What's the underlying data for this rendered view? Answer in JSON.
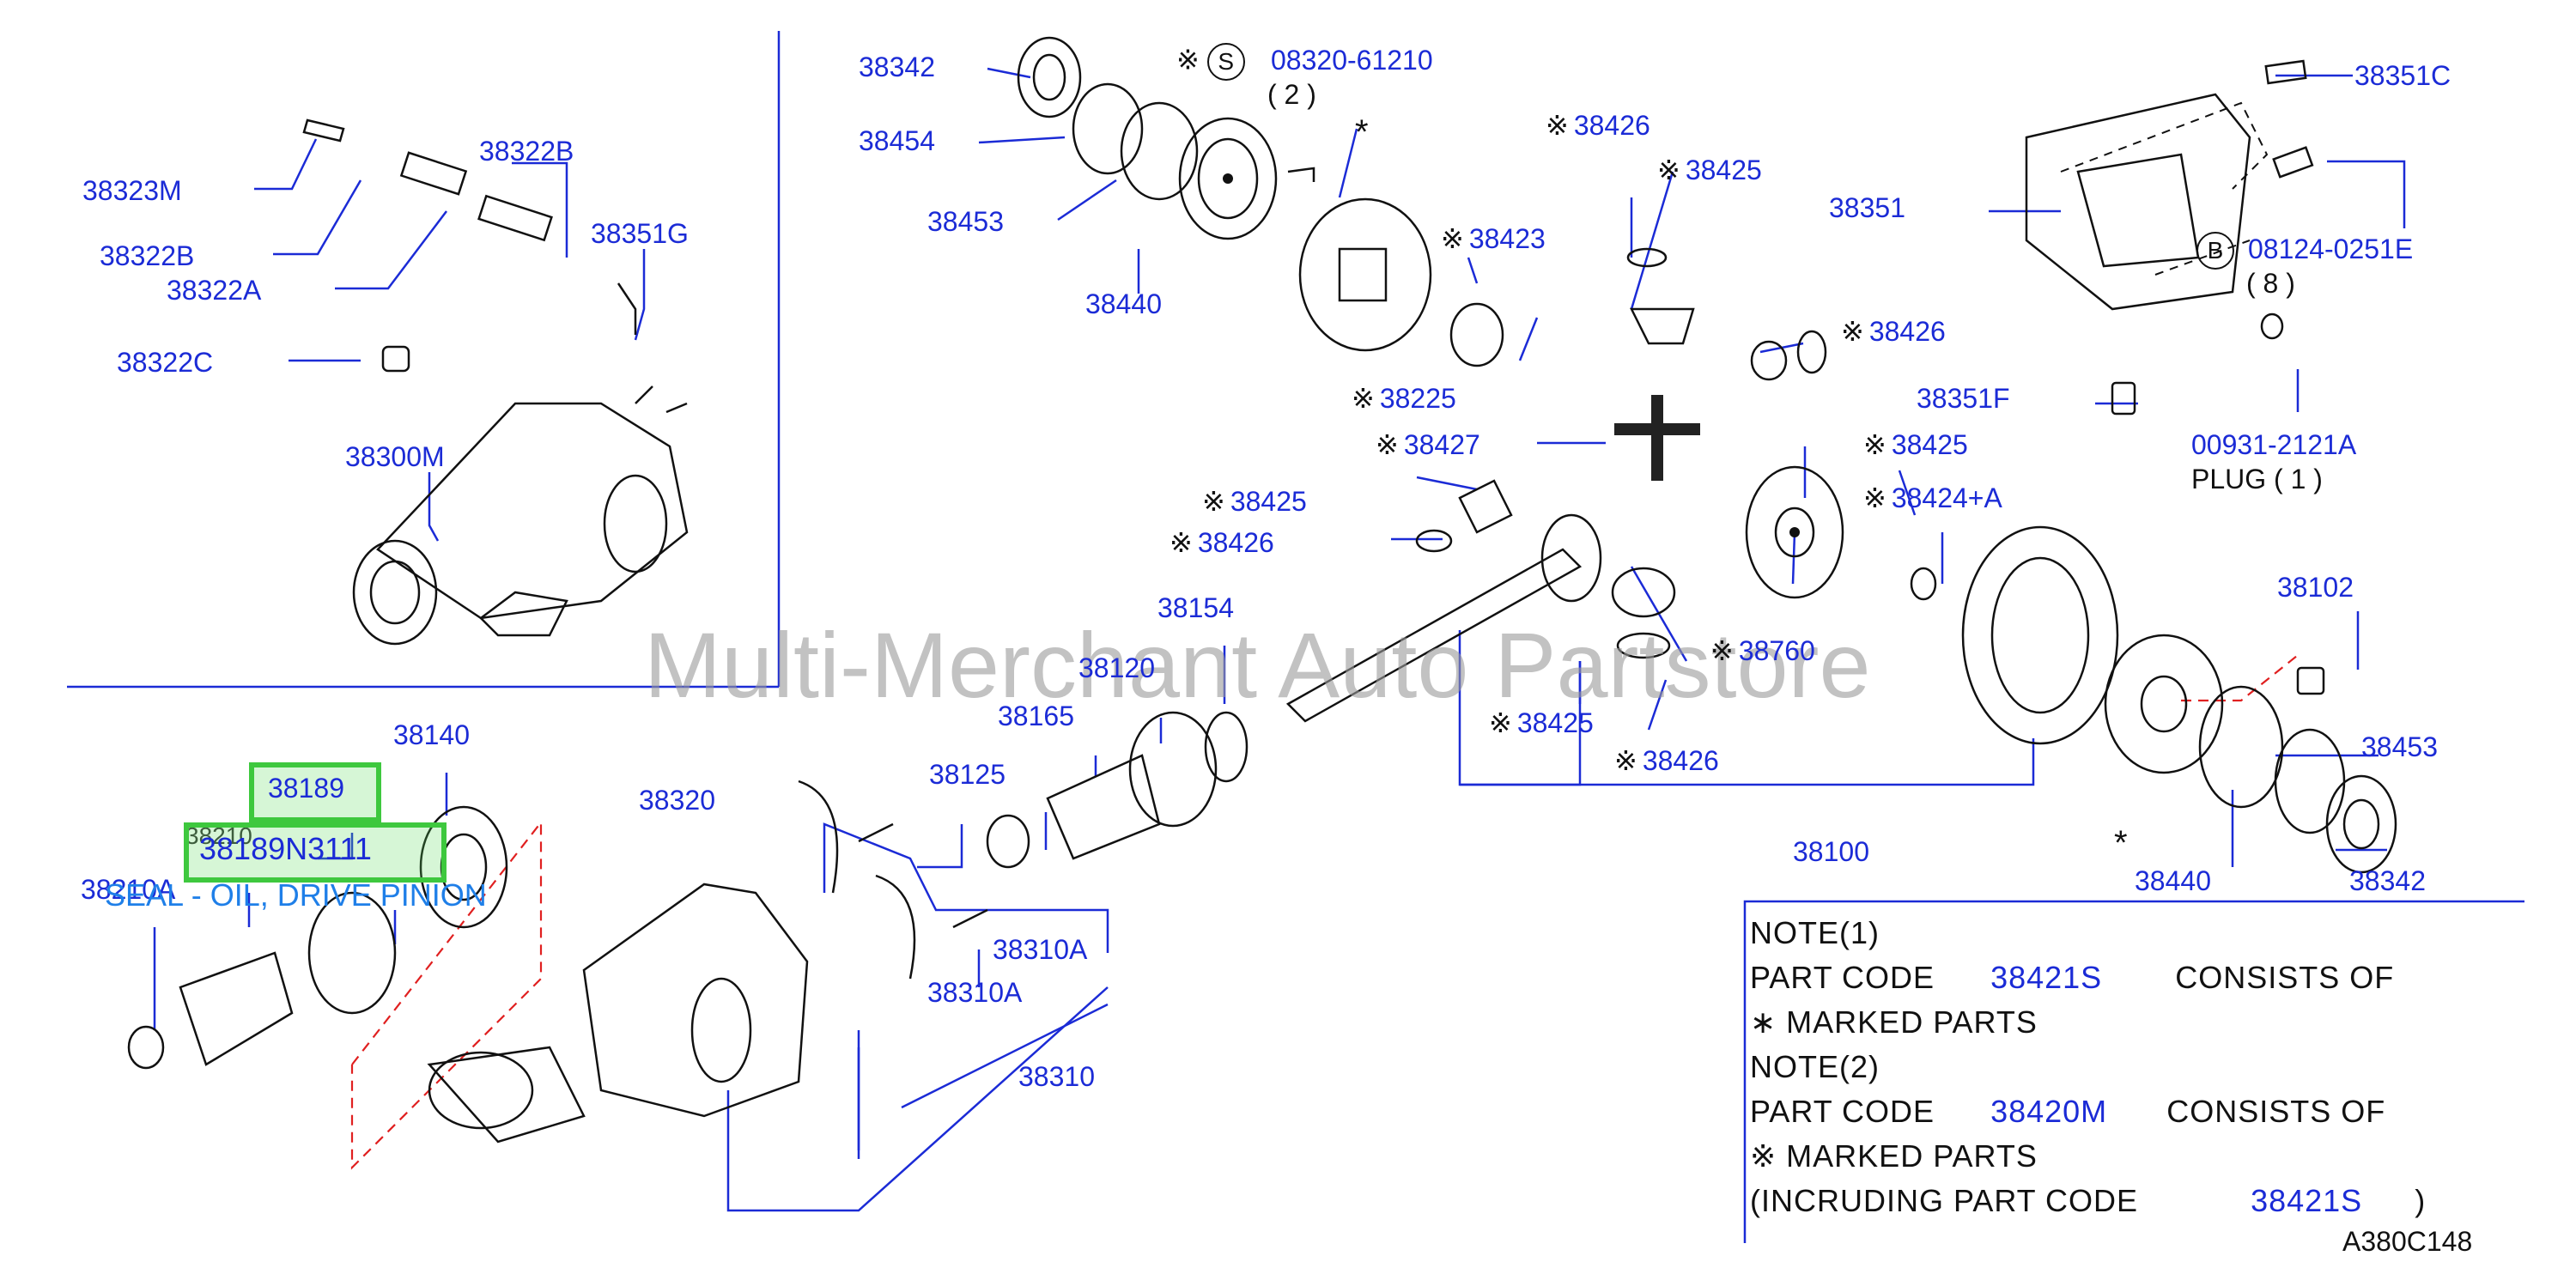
{
  "watermark": "Multi-Merchant Auto Partstore",
  "diagram_code": "A380C148",
  "colors": {
    "label": "#1b2bd6",
    "line": "#1b2bd6",
    "highlight": "#3ec83e",
    "description": "#1f7fe8",
    "dashed": "#e02020"
  },
  "special_refs": {
    "s_symbol": "S",
    "s_part": "08320-61210",
    "s_qty": "( 2 )",
    "b_symbol": "B",
    "b_part": "08124-0251E",
    "b_qty": "( 8 )",
    "plug_text": "PLUG ( 1 )"
  },
  "marker": "※",
  "star": "*",
  "labels": {
    "l38323M": "38323M",
    "l38322B_a": "38322B",
    "l38322B_b": "38322B",
    "l38322A": "38322A",
    "l38351G": "38351G",
    "l38322C": "38322C",
    "l38300M": "38300M",
    "l38342_a": "38342",
    "l38454": "38454",
    "l38453_a": "38453",
    "l38440_a": "38440",
    "l38426_a": "38426",
    "l38425_a": "38425",
    "l38423": "38423",
    "l38225": "38225",
    "l38426_b": "38426",
    "l38425_b": "38425",
    "l38427": "38427",
    "l38424A": "38424+A",
    "l38425_c": "38425",
    "l38426_c": "38426",
    "l38760": "38760",
    "l38425_d": "38425",
    "l38426_d": "38426",
    "l38154": "38154",
    "l38120": "38120",
    "l38165": "38165",
    "l38125": "38125",
    "l38100": "38100",
    "l38351C": "38351C",
    "l38351": "38351",
    "l38351F": "38351F",
    "l00931": "00931-2121A",
    "l38102": "38102",
    "l38453_b": "38453",
    "l38440_b": "38440",
    "l38342_b": "38342",
    "l38140": "38140",
    "l38189": "38189",
    "l38210": "38210",
    "l38210A": "38210A",
    "l38320": "38320",
    "l38310A_a": "38310A",
    "l38310A_b": "38310A",
    "l38310": "38310"
  },
  "highlight": {
    "part_number": "38189N3111",
    "description": "SEAL - OIL, DRIVE PINION"
  },
  "notes": {
    "note1_title": "NOTE(1)",
    "note1_line1_prefix": "PART CODE",
    "note1_code": "38421S",
    "note1_line1_suffix": "CONSISTS OF",
    "note1_line2": "∗ MARKED PARTS",
    "note2_title": "NOTE(2)",
    "note2_line1_prefix": "PART CODE",
    "note2_code": "38420M",
    "note2_line1_suffix": "CONSISTS OF",
    "note2_line2": "※ MARKED PARTS",
    "note2_line3_prefix": "(INCRUDING PART CODE",
    "note2_line3_code": "38421S",
    "note2_line3_suffix": ")"
  }
}
